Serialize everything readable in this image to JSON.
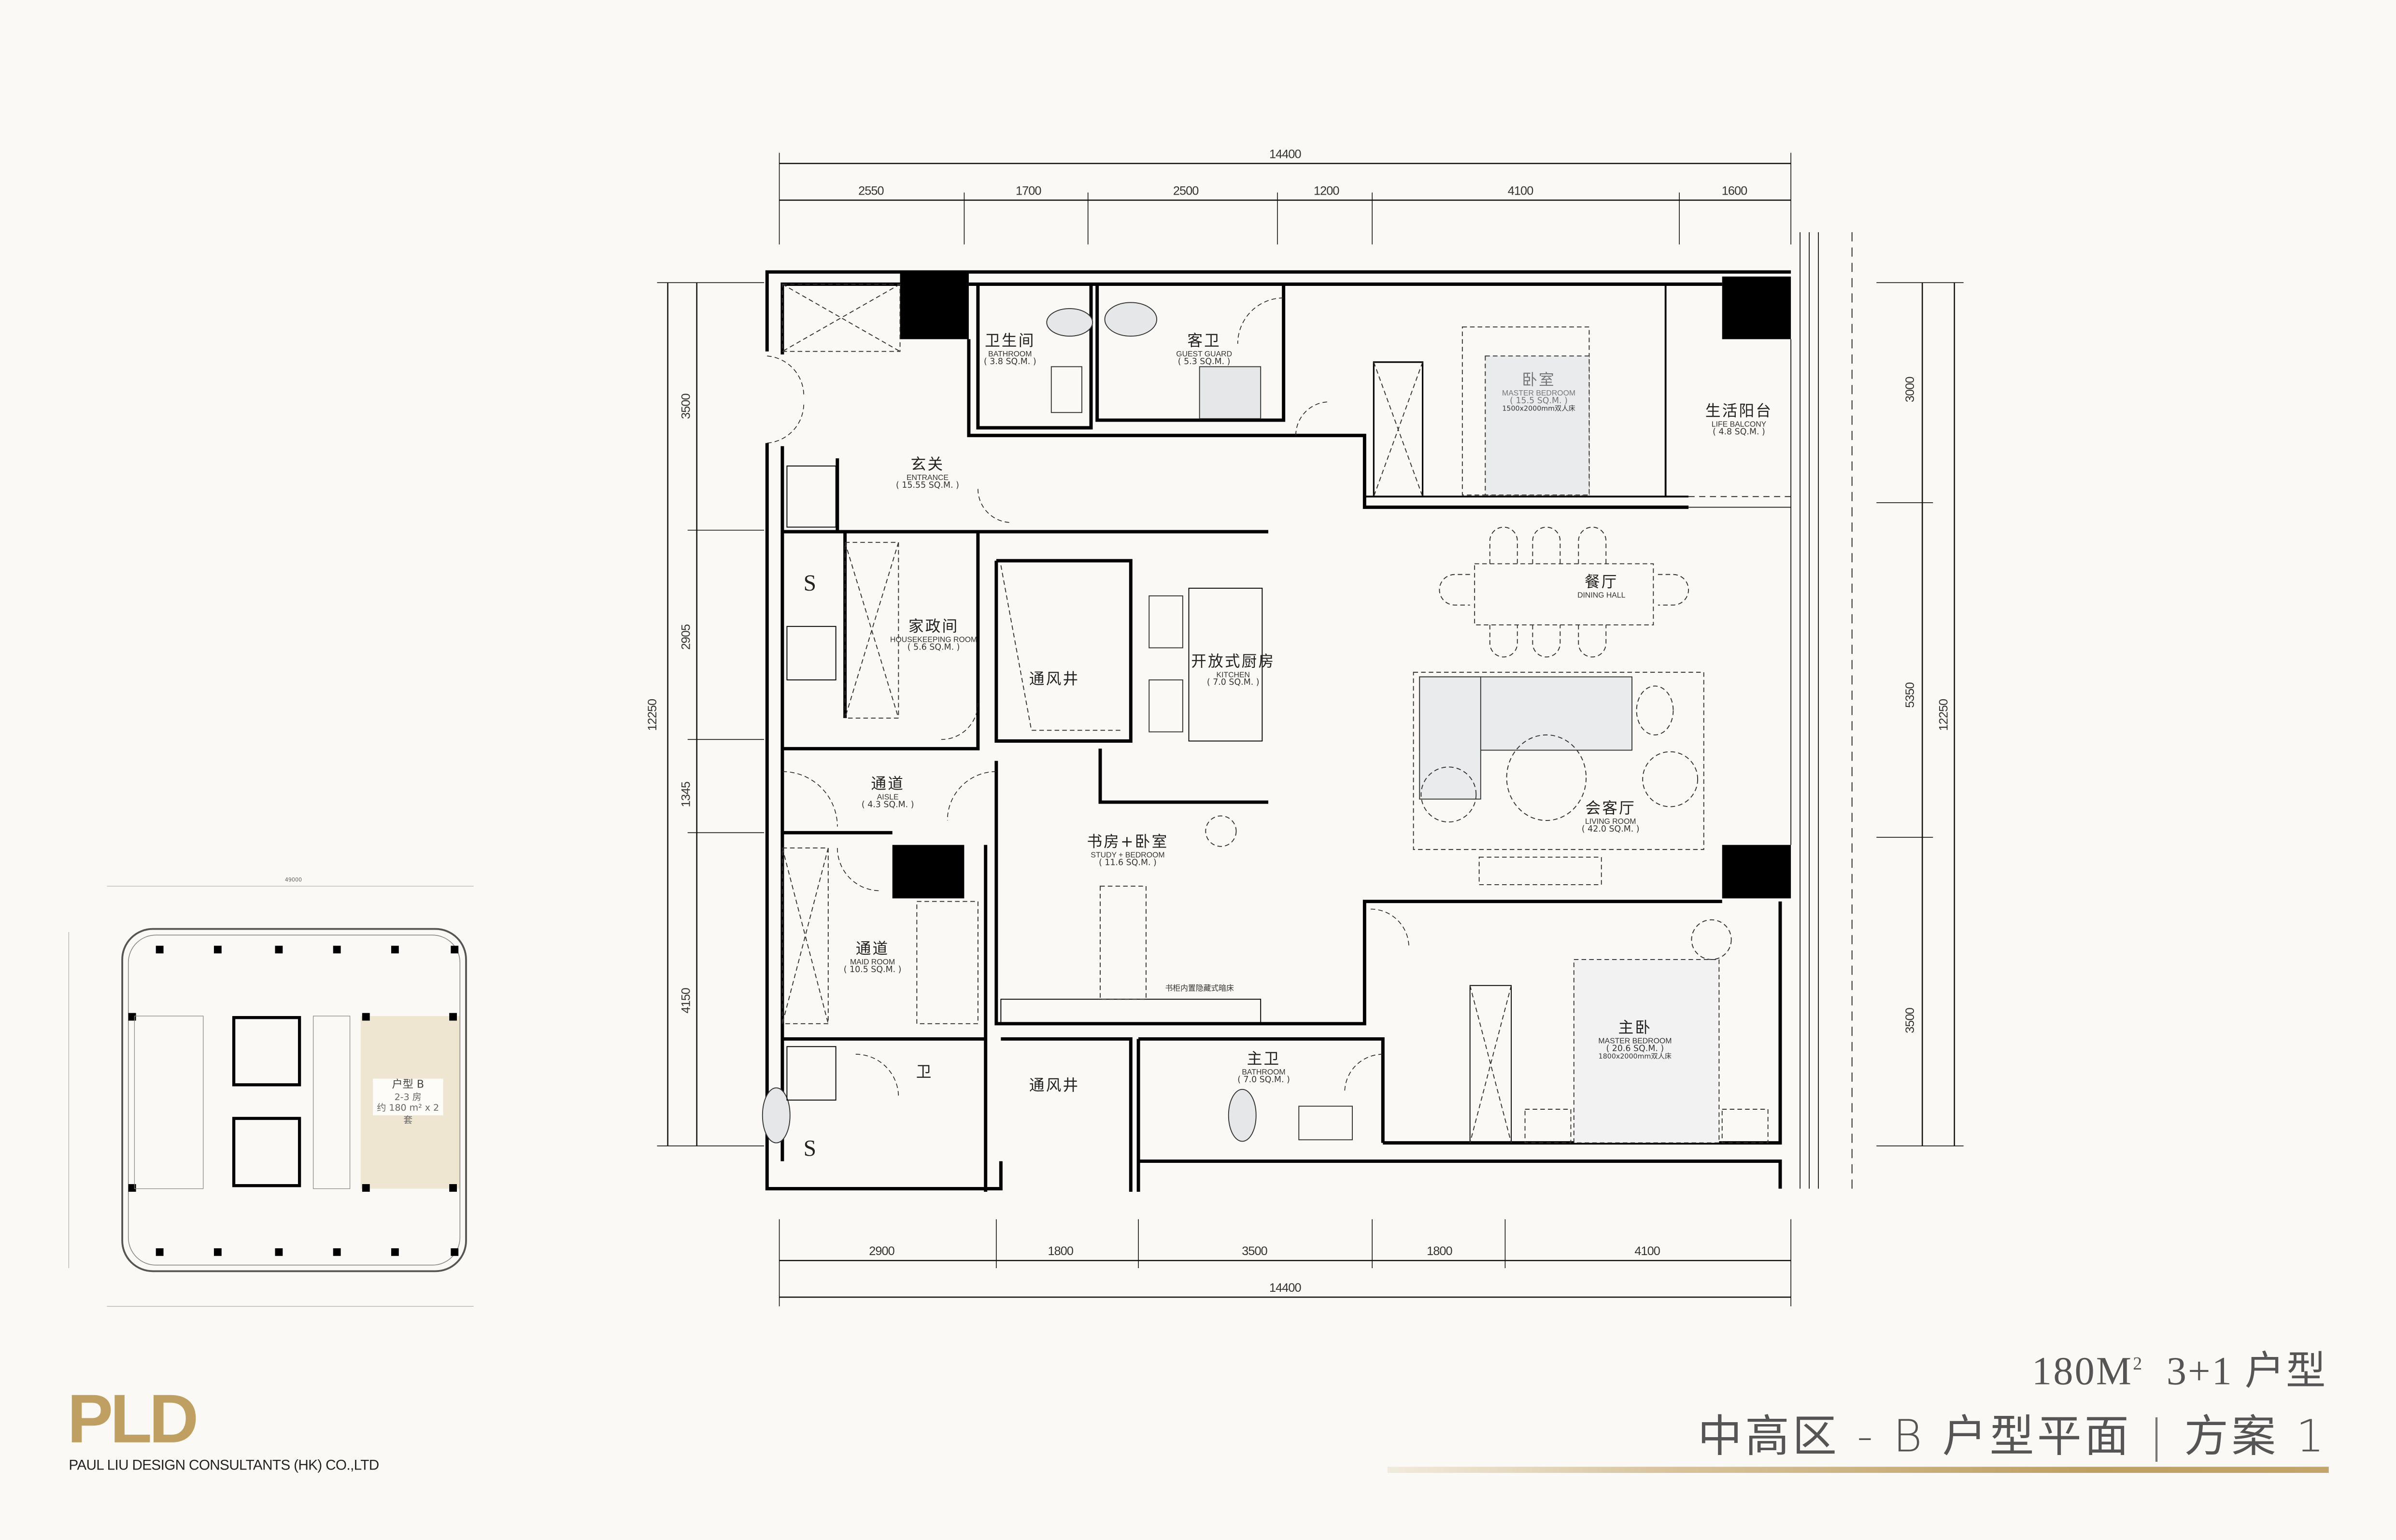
{
  "title": {
    "area_line": "180M",
    "area_sup": "2",
    "layout_line": "3+1 户型",
    "plan_title": "中高区 - B 户型平面",
    "scheme": "方案 1"
  },
  "brand": {
    "logo": "PLD",
    "company": "PAUL LIU DESIGN CONSULTANTS (HK) CO.,LTD",
    "gold": "#c0a062"
  },
  "dimensions": {
    "top_total": "14400",
    "top": [
      "2550",
      "1700",
      "2500",
      "1200",
      "4100",
      "1600"
    ],
    "bottom_total": "14400",
    "bottom": [
      "2900",
      "1800",
      "3500",
      "1800",
      "4100"
    ],
    "left_total": "12250",
    "left": [
      "3500",
      "2905",
      "1345",
      "4150"
    ],
    "right_total": "12250",
    "right": [
      "3000",
      "5350",
      "3500"
    ]
  },
  "rooms": [
    {
      "cn": "卫生间",
      "en": "BATHROOM",
      "area": "( 3.8 SQ.M. )"
    },
    {
      "cn": "客卫",
      "en": "GUEST GUARD",
      "area": "( 5.3 SQ.M. )"
    },
    {
      "cn": "卧室",
      "en": "MASTER BEDROOM",
      "area": "( 15.5 SQ.M. )",
      "note": "1500x2000mm双人床"
    },
    {
      "cn": "生活阳台",
      "en": "LIFE BALCONY",
      "area": "( 4.8 SQ.M. )"
    },
    {
      "cn": "玄关",
      "en": "ENTRANCE",
      "area": "( 15.55 SQ.M. )"
    },
    {
      "cn": "家政间",
      "en": "HOUSEKEEPING ROOM",
      "area": "( 5.6 SQ.M. )"
    },
    {
      "cn": "通风井"
    },
    {
      "cn": "开放式厨房",
      "en": "KITCHEN",
      "area": "( 7.0 SQ.M. )"
    },
    {
      "cn": "餐厅",
      "en": "DINING HALL"
    },
    {
      "cn": "通道",
      "en": "AISLE",
      "area": "( 4.3 SQ.M. )"
    },
    {
      "cn": "会客厅",
      "en": "LIVING ROOM",
      "area": "( 42.0 SQ.M. )"
    },
    {
      "cn": "书房+卧室",
      "en": "STUDY + BEDROOM",
      "area": "( 11.6 SQ.M. )"
    },
    {
      "cn": "通道",
      "en": "MAID ROOM",
      "area": "( 10.5 SQ.M. )"
    },
    {
      "cn": "书柜内置隐藏式暗床"
    },
    {
      "cn": "主卧",
      "en": "MASTER BEDROOM",
      "area": "( 20.6 SQ.M. )",
      "note": "1800x2000mm双人床"
    },
    {
      "cn": "卫"
    },
    {
      "cn": "通风井"
    },
    {
      "cn": "主卫",
      "en": "BATHROOM",
      "area": "( 7.0 SQ.M. )"
    }
  ],
  "shaft_marks": [
    "S",
    "S"
  ],
  "keyplan": {
    "unit_label": "户型 B",
    "rooms": "2-3 房",
    "area": "约 180 m² x 2 套",
    "total_dim": "49000",
    "highlight": "#efe6d2"
  }
}
